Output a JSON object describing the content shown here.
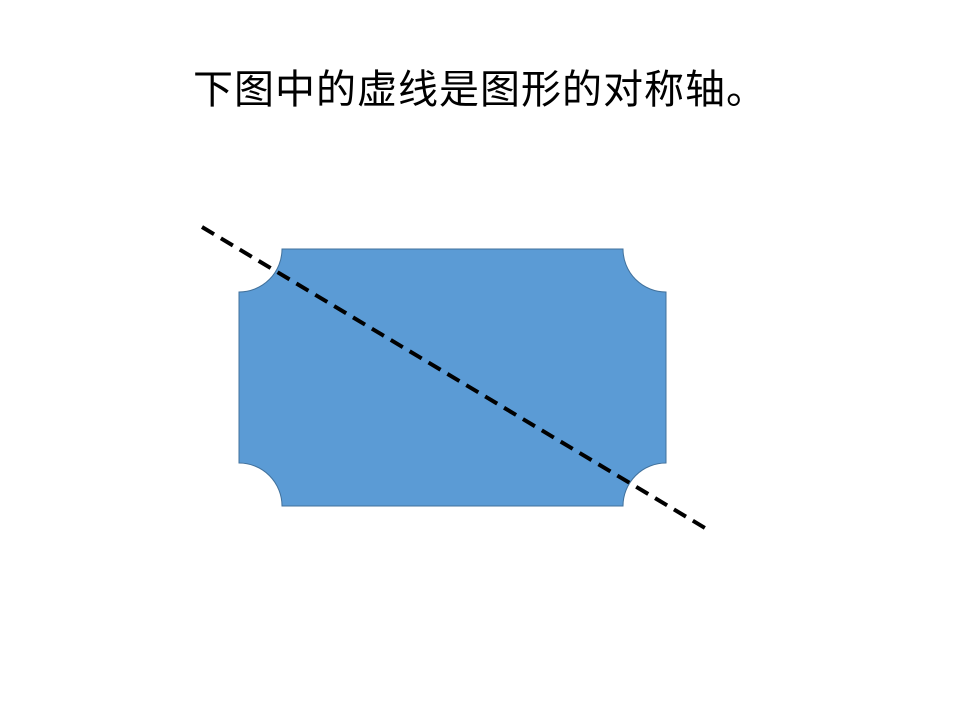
{
  "slide": {
    "title": "下图中的虚线是图形的对称轴。"
  },
  "figure": {
    "shape": "rectangle-with-concave-corners",
    "fill_color": "#5B9BD5",
    "stroke_color": "#41719C",
    "axis_style": "dashed",
    "axis_color": "#000000"
  }
}
